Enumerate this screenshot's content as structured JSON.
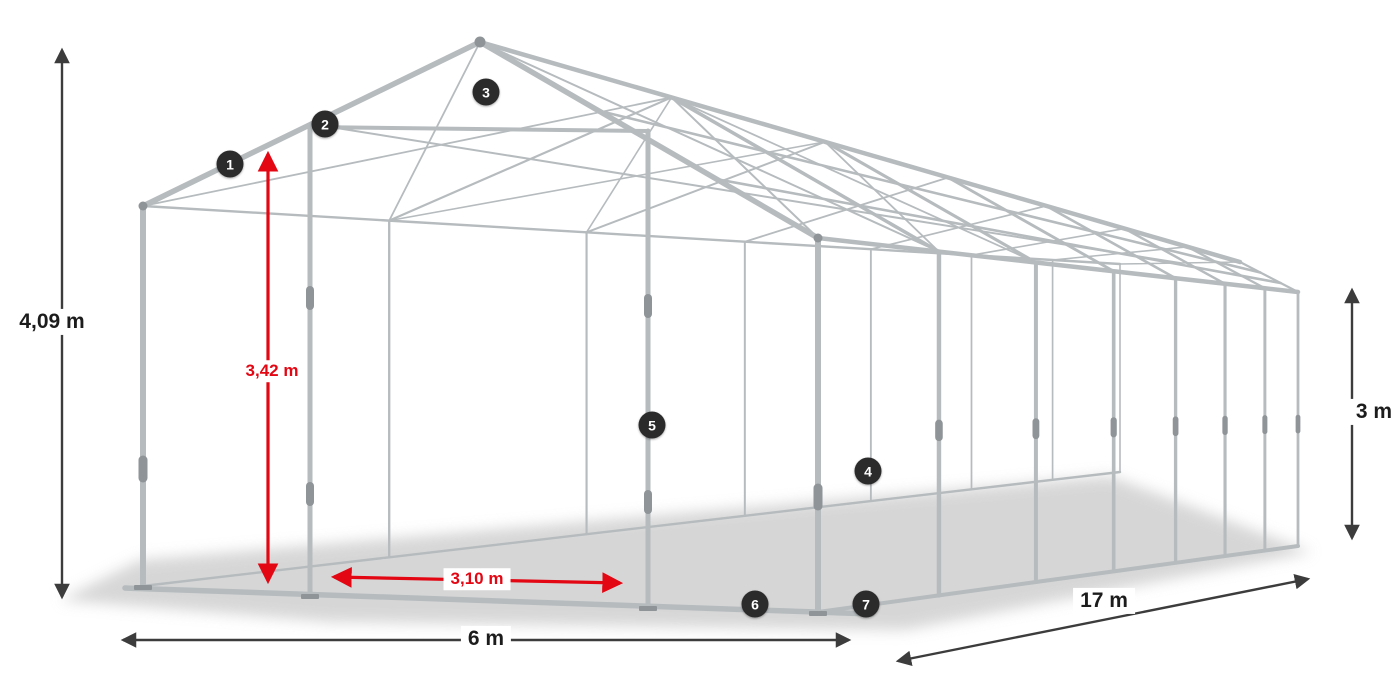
{
  "diagram": {
    "title": "tent-frame-dimension-diagram",
    "dimensions": {
      "total_height": {
        "label": "4,09 m"
      },
      "entrance_height": {
        "label": "3,42 m"
      },
      "entrance_width": {
        "label": "3,10 m"
      },
      "gable_width": {
        "label": "6 m"
      },
      "length": {
        "label": "17 m"
      },
      "side_height": {
        "label": "3 m"
      }
    },
    "badges": [
      {
        "label": "1"
      },
      {
        "label": "2"
      },
      {
        "label": "3"
      },
      {
        "label": "4"
      },
      {
        "label": "5"
      },
      {
        "label": "6"
      },
      {
        "label": "7"
      }
    ]
  },
  "colors": {
    "frame": "#b6bbbe",
    "frame_dark": "#8e9497",
    "dim": "#3c3c3c",
    "red": "#e30613",
    "badge_bg": "#2b2b2b",
    "badge_text": "#ffffff",
    "shadow": "#c9c9c9",
    "background": "#ffffff"
  }
}
